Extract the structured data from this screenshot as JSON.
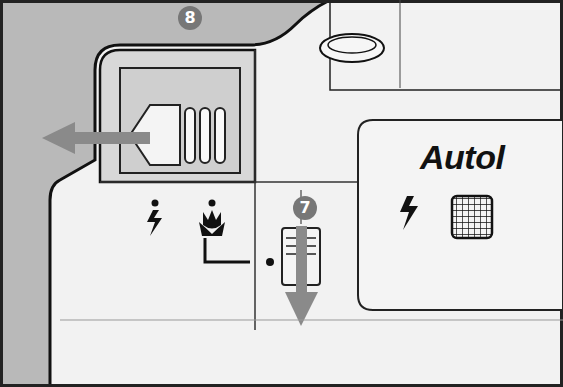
{
  "diagram": {
    "labels": [
      "8",
      "7",
      "Autol"
    ]
  }
}
